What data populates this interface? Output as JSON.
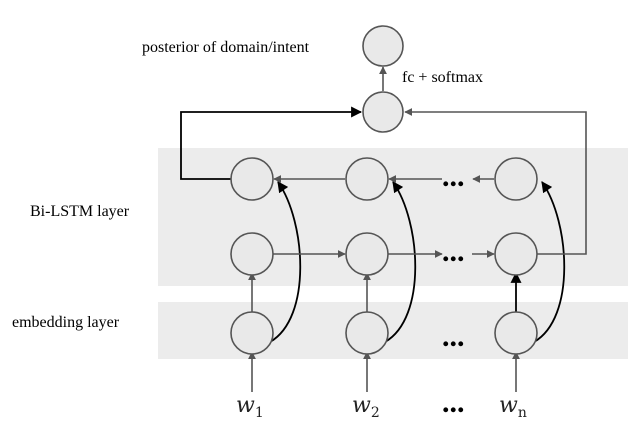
{
  "labels": {
    "posterior": "posterior of domain/intent",
    "fc_softmax": "fc + softmax",
    "bilstm": "Bi-LSTM layer",
    "embedding": "embedding layer"
  },
  "inputs": [
    {
      "base": "w",
      "sub": "1"
    },
    {
      "base": "w",
      "sub": "2"
    },
    {
      "base": "w",
      "sub": "n"
    }
  ],
  "ellipsis": "..."
}
